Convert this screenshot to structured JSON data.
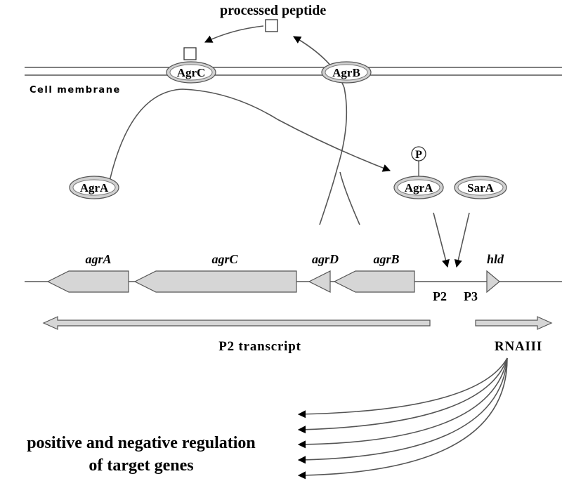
{
  "labels": {
    "processed_peptide": "processed peptide",
    "cell_membrane": "Cell membrane",
    "p2_transcript": "P2 transcript",
    "rnaiii": "RNAIII",
    "p2": "P2",
    "p3": "P3",
    "phospho": "P",
    "regulation_line1": "positive and negative regulation",
    "regulation_line2": "of target genes"
  },
  "proteins": {
    "agrc": "AgrC",
    "agrb": "AgrB",
    "agra_free": "AgrA",
    "agra_bound": "AgrA",
    "sara": "SarA"
  },
  "genes": {
    "agra": "agrA",
    "agrc": "agrC",
    "agrd": "agrD",
    "agrb": "agrB",
    "hld": "hld"
  }
}
